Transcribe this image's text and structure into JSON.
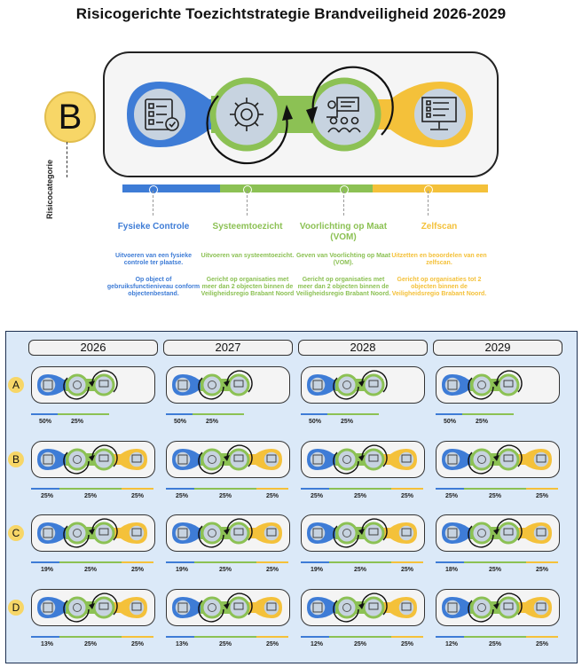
{
  "title": "Risicogerichte Toezichtstrategie Brandveiligheid 2026-2029",
  "risk_badge": {
    "letter": "B",
    "axis_label": "Risicocategorie"
  },
  "colors": {
    "blue": "#3e7cd6",
    "green": "#8cc154",
    "yellow": "#f4c13a",
    "ring": "#222222"
  },
  "icons": [
    "checklist-icon",
    "gear-check-icon",
    "meeting-presentation-icon",
    "computer-checklist-icon"
  ],
  "methods": [
    {
      "title": "Fysieke Controle",
      "color": "#3e7cd6",
      "desc1": "Uitvoeren van een fysieke controle ter plaatse.",
      "desc2": "Op object of gebruiksfunctieniveau conform objectenbestand."
    },
    {
      "title": "Systeemtoezicht",
      "color": "#8cc154",
      "desc1": "Uitvoeren van systeemtoezicht.",
      "desc2": "Gericht op organisaties met meer dan 2 objecten binnen de Veiligheidsregio Brabant Noord"
    },
    {
      "title": "Voorlichting op Maat (VOM)",
      "color": "#8cc154",
      "desc1": "Geven van Voorlichting op Maat (VOM).",
      "desc2": "Gericht op organisaties met meer dan 2 objecten binnen de Veiligheidsregio Brabant Noord."
    },
    {
      "title": "Zelfscan",
      "color": "#f4c13a",
      "desc1": "Uitzetten en beoordelen van een zelfscan.",
      "desc2": "Gericht op organisaties tot 2 objecten binnen de Veiligheidsregio Brabant Noord."
    }
  ],
  "years": [
    "2026",
    "2027",
    "2028",
    "2029"
  ],
  "categories": [
    {
      "letter": "A",
      "zelfscan": false,
      "pcts": [
        [
          "50%",
          "25%"
        ],
        [
          "50%",
          "25%"
        ],
        [
          "50%",
          "25%"
        ],
        [
          "50%",
          "25%"
        ]
      ]
    },
    {
      "letter": "B",
      "zelfscan": true,
      "pcts": [
        [
          "25%",
          "25%",
          "25%"
        ],
        [
          "25%",
          "25%",
          "25%"
        ],
        [
          "25%",
          "25%",
          "25%"
        ],
        [
          "25%",
          "25%",
          "25%"
        ]
      ]
    },
    {
      "letter": "C",
      "zelfscan": true,
      "pcts": [
        [
          "19%",
          "25%",
          "25%"
        ],
        [
          "19%",
          "25%",
          "25%"
        ],
        [
          "19%",
          "25%",
          "25%"
        ],
        [
          "18%",
          "25%",
          "25%"
        ]
      ]
    },
    {
      "letter": "D",
      "zelfscan": true,
      "pcts": [
        [
          "13%",
          "25%",
          "25%"
        ],
        [
          "13%",
          "25%",
          "25%"
        ],
        [
          "12%",
          "25%",
          "25%"
        ],
        [
          "12%",
          "25%",
          "25%"
        ]
      ]
    }
  ]
}
